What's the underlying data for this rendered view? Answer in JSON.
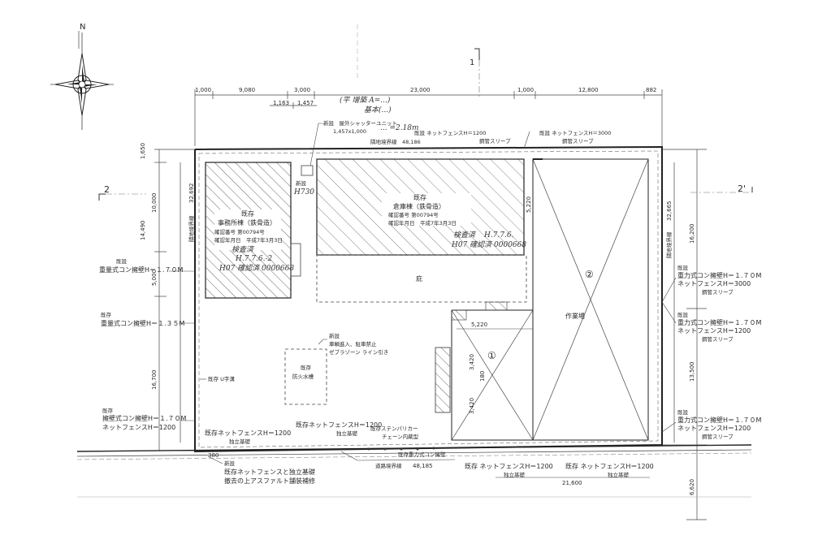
{
  "north": {
    "letter": "N"
  },
  "markers": {
    "left": "2",
    "right": "2'",
    "top": "1"
  },
  "dims_top": [
    "1,000",
    "9,080",
    "3,000",
    "23,000",
    "1,000",
    "12,800",
    "882"
  ],
  "dims_top_sub": [
    "1,163",
    "1,457"
  ],
  "dims_left": [
    "1,650",
    "10,000",
    "14,490",
    "5,000",
    "16,700"
  ],
  "dims_inner_left": "32,692",
  "dims_right": [
    "16,200",
    "13,500",
    "6,620"
  ],
  "dims_inner_right": "32,665",
  "dims_center": [
    "5,220",
    "5,220",
    "3,420",
    "180",
    "3,420"
  ],
  "dims_bottom": {
    "left": "380",
    "road_len": "48,185",
    "right": "21,600"
  },
  "handwritten": {
    "top1": "(平 增築 A=...)",
    "top2": "基本(...)",
    "top3": "... =2.18m",
    "small": "H730"
  },
  "labels": {
    "new_shutter": "新設　屋外シャッターユニット",
    "new_shutter_sub": "1,457x1,000",
    "new_left": "新設",
    "fence_top_left": "既設 ネットフェンスH＝1200",
    "fence_top_right": "既設 ネットフェンスH＝3000",
    "sleeve": "鋼管スリーブ",
    "sleeve2": "鋼管スリーブ",
    "boundary_top": "隣地境界線　48,186",
    "boundary_left": "隣地境界線",
    "boundary_right": "隣地境界線",
    "office_title": "既存",
    "office_name": "事務所棟（鉄骨造）",
    "office_reg": "確認番号 第00794号",
    "office_date": "確認年月日　平成7年3月3日",
    "office_hand1": "検査済",
    "office_hand2": "H.7.7.6.-2",
    "office_hand3": "H07 確認済 0000668",
    "warehouse_title": "既存",
    "warehouse_name": "倉庫棟（鉄骨造）",
    "warehouse_reg": "確認番号 第00794号",
    "warehouse_date": "確認年月日　平成7年3月3日",
    "warehouse_hand1": "検査済",
    "warehouse_hand2": "H.7.7.6.",
    "warehouse_hand3": "H07 確認済 0000668",
    "canopy": "庇",
    "work_area": "作業場",
    "circle1": "①",
    "circle2": "②",
    "left1_a": "既設",
    "left1_b": "重量式コン擁壁H＝１.７０M",
    "left2_a": "既存",
    "left2_b": "重量式コン擁壁H＝１.３５M",
    "left3_a": "既存",
    "left3_b": "擁壁式コン擁壁H＝１.７０M",
    "left3_c": "ネットフェンスH＝1200",
    "right1_a": "既設",
    "right1_b": "重力式コン擁壁H＝１.７０M",
    "right1_c": "ネットフェンスH＝3000",
    "right1_d": "鋼管スリーブ",
    "right2_a": "既設",
    "right2_b": "重力式コン擁壁H＝１.７０M",
    "right2_c": "ネットフェンスH＝1200",
    "right2_d": "鋼管スリーブ",
    "right3_a": "既設",
    "right3_b": "重力式コン擁壁H＝１.７０M",
    "right3_c": "ネットフェンスH＝1200",
    "right3_d": "鋼管スリーブ",
    "mid_new_a": "新設",
    "mid_new_b": "車輌進入、駐車禁止",
    "mid_new_c": "ゼブラゾーン ライン引き",
    "cistern_a": "既存",
    "cistern_b": "防火水槽",
    "gutter": "既存 U字溝",
    "bottom_fence1_a": "既存ネットフェンスH＝1200",
    "bottom_fence1_b": "独立基礎",
    "bottom_fence2_a": "既存ネットフェンスH＝1200",
    "bottom_fence2_b": "独立基礎",
    "chain_a": "既存ステンパリカー",
    "chain_b": "チェーン内蔵型",
    "road_wall": "既存重力式コン擁壁",
    "road_boundary": "道路境界線",
    "bottom_fence3": "既存 ネットフェンスH＝1200",
    "bottom_fence4": "既存 ネットフェンスH＝1200",
    "bottom_found3": "独立基礎",
    "bottom_found4": "独立基礎",
    "new_bottom_a": "新設",
    "new_bottom_b": "既存ネットフェンスと独立基礎",
    "new_bottom_c": "撤去の上アスファルト舗装補修"
  }
}
